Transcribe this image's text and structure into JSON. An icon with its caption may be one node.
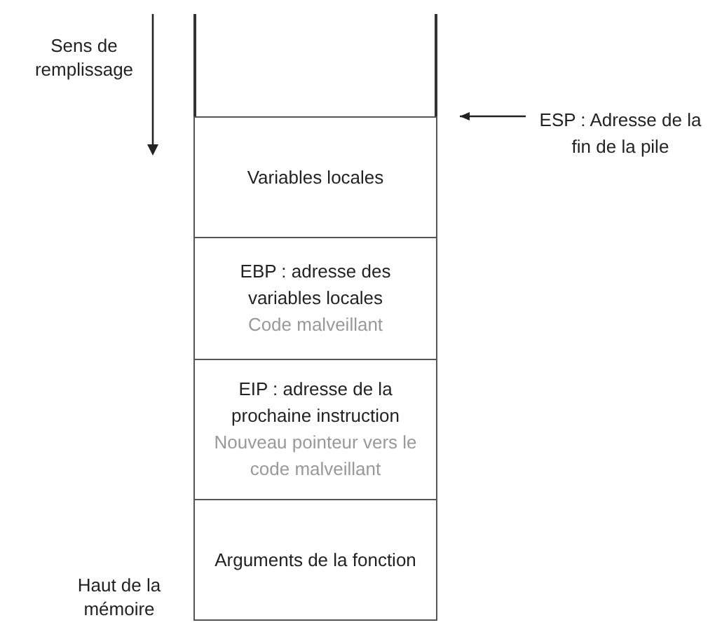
{
  "diagram": {
    "nodes": [
      {
        "text": [],
        "shape": "box"
      },
      {
        "text": [
          "Variables locales"
        ]
      },
      {
        "text": [
          "EBP : adresse des variables locales",
          "Code malveillant"
        ]
      },
      {
        "text": [
          "EIP : adresse de la prochaine instruction",
          "Nouveau pointeur vers le code malveillant"
        ]
      },
      {
        "text": [
          "Arguments de la fonction"
        ]
      },
      {
        "text": [
          "ESP : Adresse de la fin de la pile"
        ]
      }
    ],
    "edges": [
      {
        "from": 5,
        "to": 1,
        "arrow": "to"
      }
    ],
    "labels": [
      "Sens de remplissage",
      "Haut de la mémoire"
    ]
  }
}
